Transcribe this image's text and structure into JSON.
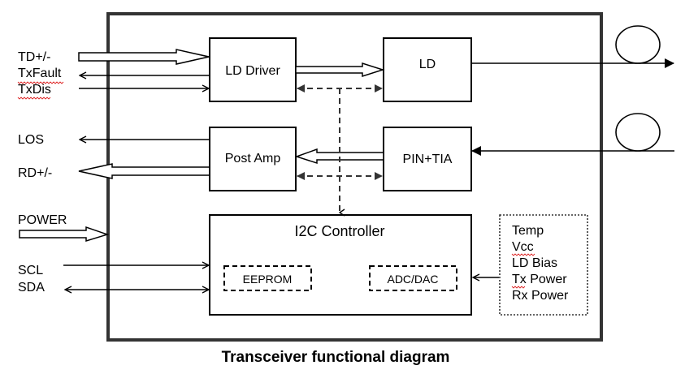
{
  "title": "Transceiver functional diagram",
  "colors": {
    "frame": "#333333",
    "line": "#000000",
    "dashed": "#333333",
    "spellcheck": "#dd2222"
  },
  "left_signals": {
    "td": "TD+/-",
    "txfault": "TxFault",
    "txdis": "TxDis",
    "los": "LOS",
    "rd": "RD+/-",
    "power": "POWER",
    "scl": "SCL",
    "sda": "SDA"
  },
  "blocks": {
    "ld_driver": "LD Driver",
    "ld": "LD",
    "post_amp": "Post Amp",
    "pin_tia": "PIN+TIA",
    "i2c": "I2C Controller",
    "eeprom": "EEPROM",
    "adc_dac": "ADC/DAC"
  },
  "monitors": [
    "Temp",
    "Vcc",
    "LD Bias",
    "Tx Power",
    "Rx Power"
  ],
  "fiber_icons": [
    "tx-fiber",
    "rx-fiber"
  ]
}
